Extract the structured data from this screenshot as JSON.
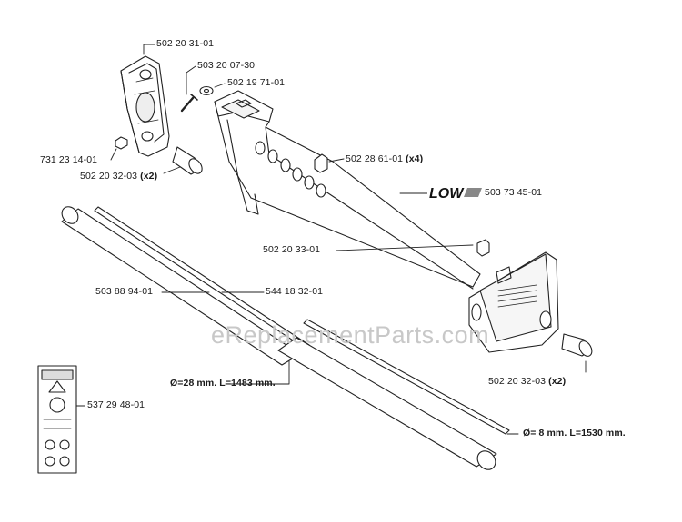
{
  "watermark": "eReplacementParts.com",
  "parts": {
    "p1": {
      "number": "502 20 31-01"
    },
    "p2": {
      "number": "503 20 07-30"
    },
    "p3": {
      "number": "502 19 71-01"
    },
    "p4": {
      "number": "731 23 14-01"
    },
    "p5": {
      "number": "502 20 32-03",
      "qty": "(x2)"
    },
    "p6": {
      "number": "502 28 61-01",
      "qty": "(x4)"
    },
    "p7": {
      "number": "503 73 45-01",
      "logo_text": "LOW"
    },
    "p8": {
      "number": "502 20 33-01"
    },
    "p9": {
      "number": "503 88 94-01"
    },
    "p10": {
      "number": "544 18 32-01"
    },
    "p11": {
      "number": "537 29 48-01"
    },
    "p12": {
      "number": "502 20 32-03",
      "qty": "(x2)"
    }
  },
  "dimensions": {
    "tube": "Ø=28 mm. L=1483 mm.",
    "shaft": "Ø= 8 mm. L=1530 mm."
  }
}
